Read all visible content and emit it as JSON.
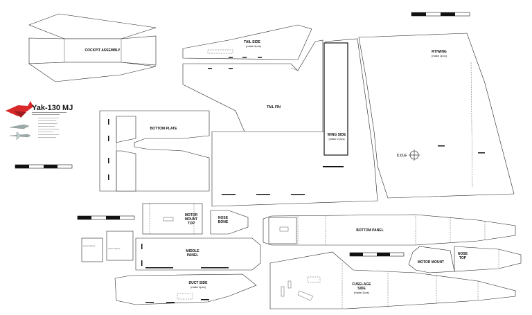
{
  "labels": {
    "cockpit": "COCKPIT ASSEMBLY",
    "tail_side": "TAIL SIDE",
    "tail_side_sub": "(make 2pcs)",
    "tail_fin": "TAIL FIN",
    "rt_wing": "RT/WING",
    "rt_wing_sub": "(make 2pcs)",
    "wing_side": "WING SIDE",
    "wing_side_sub": "(make 2 pcs)",
    "cog": "C.O.G",
    "bottom_plate": "BOTTOM PLATE",
    "motor_mount_top_1": "MOTOR",
    "motor_mount_top_2": "MOUNT",
    "motor_mount_top_3": "TOP",
    "nose_bone_1": "NOSE",
    "nose_bone_2": "BONE",
    "middle_panel_1": "MIDDLE",
    "middle_panel_2": "PANEL",
    "bottom_panel": "BOTTOM PANEL",
    "motor_mount": "MOTOR MOUNT",
    "nose_top_1": "NOSE",
    "nose_top_2": "TOP",
    "duct_side": "DUCT SIDE",
    "duct_side_sub": "(make 2pcs)",
    "fuselage_side_1": "FUSELAGE",
    "fuselage_side_2": "SIDE",
    "fuselage_side_3": "(make 2pcs)"
  },
  "model": {
    "name": "Yak-130 MJ"
  },
  "colors": {
    "ink": "#222222",
    "plane_red": "#d8282a",
    "paper": "#ffffff"
  }
}
